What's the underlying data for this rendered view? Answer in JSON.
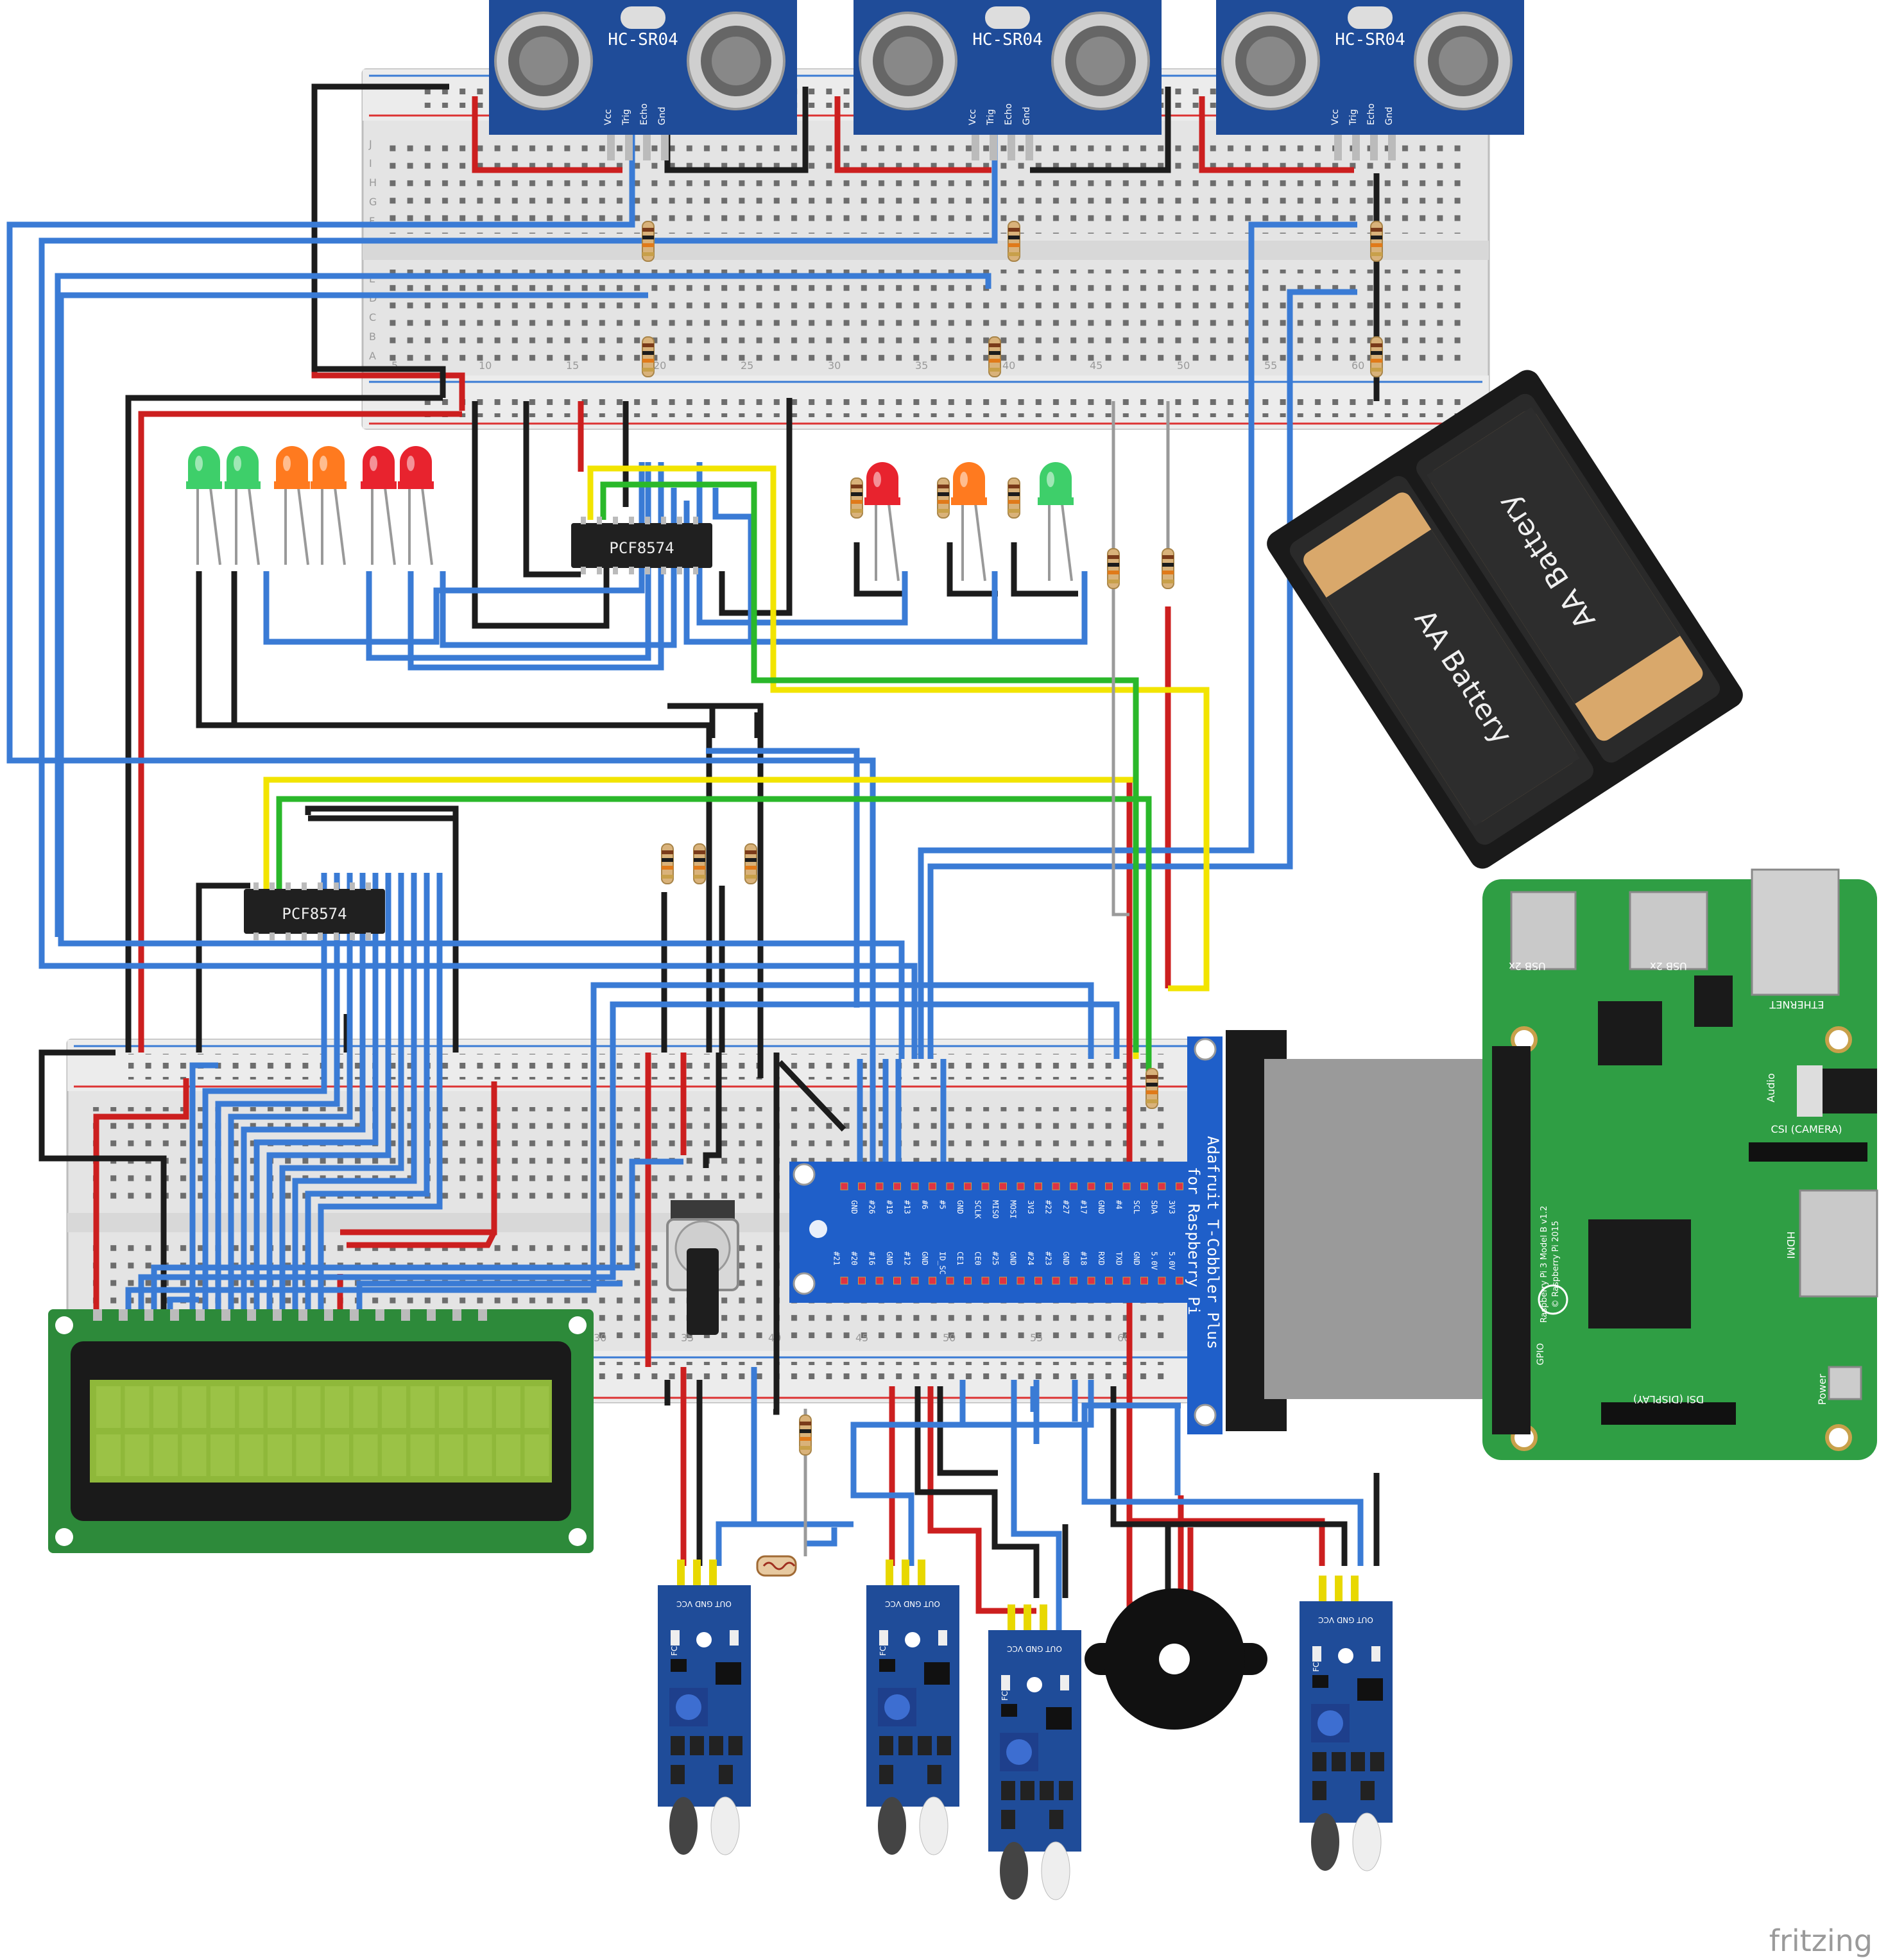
{
  "sensors": {
    "ultrasonic_name": "HC-SR04",
    "ultrasonic_pins": [
      "Vcc",
      "Trig",
      "Echo",
      "Gnd"
    ],
    "ir_module_name": "FC-51",
    "ir_pins": [
      "OUT",
      "GND",
      "VCC"
    ]
  },
  "ics": {
    "expander_top": "PCF8574",
    "expander_left": "PCF8574"
  },
  "battery": {
    "cell_label": "AA Battery"
  },
  "breadboard": {
    "col_numbers": [
      "5",
      "10",
      "15",
      "20",
      "25",
      "30",
      "35",
      "40",
      "45",
      "50",
      "55",
      "60"
    ],
    "lower_col_numbers": [
      "30",
      "35",
      "40",
      "45",
      "50",
      "55",
      "60"
    ],
    "row_letters_top": [
      "J",
      "I",
      "H",
      "G",
      "F"
    ],
    "row_letters_bottom": [
      "E",
      "D",
      "C",
      "B",
      "A"
    ]
  },
  "cobbler": {
    "title_line1": "Adafruit T-Cobbler Plus",
    "title_line2": "for Raspberry Pi",
    "pins_top": [
      "3V3",
      "SDA",
      "SCL",
      "#4",
      "GND",
      "#17",
      "#27",
      "#22",
      "3V3",
      "MOSI",
      "MISO",
      "SCLK",
      "GND",
      "#5",
      "#6",
      "#13",
      "#19",
      "#26",
      "GND"
    ],
    "pins_bottom": [
      "5.0V",
      "5.0V",
      "GND",
      "TXD",
      "RXD",
      "#18",
      "GND",
      "#23",
      "#24",
      "GND",
      "#25",
      "CE0",
      "CE1",
      "ID_SC",
      "GND",
      "#12",
      "GND",
      "#16",
      "#20",
      "#21"
    ]
  },
  "pi": {
    "usb1": "USB 2x",
    "usb2": "USB 2x",
    "ethernet": "ETHERNET",
    "audio": "Audio",
    "csi": "CSI (CAMERA)",
    "hdmi": "HDMI",
    "dsi": "DSI (DISPLAY)",
    "power": "Power",
    "gpio": "GPIO",
    "model_line1": "Raspberry Pi 3 Model B v1.2",
    "model_line2": "© Raspberry Pi 2015"
  },
  "watermark": "fritzing",
  "colors": {
    "wire_red": "#cc1f1f",
    "wire_blue": "#3a7bd5",
    "wire_black": "#1c1c1c",
    "wire_yellow": "#f2e400",
    "wire_green": "#2ab82a",
    "breadboard": "#e6e6e6",
    "module_blue": "#1f4c99",
    "pi_green": "#2f9e44",
    "lcd_screen": "#8fb83a"
  }
}
